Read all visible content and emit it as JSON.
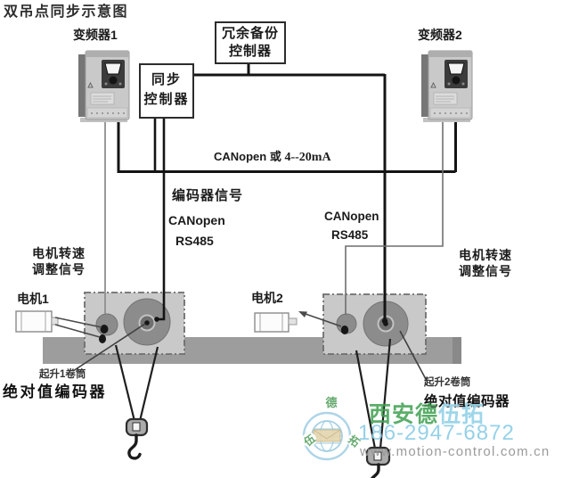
{
  "title": "双吊点同步示意图",
  "boxes": {
    "redundant_controller": {
      "line1": "冗余备份",
      "line2": "控制器"
    },
    "sync_controller": {
      "line1": "同步",
      "line2": "控制器"
    }
  },
  "devices": {
    "vfd1_label": "变频器1",
    "vfd2_label": "变频器2",
    "motor1_label": "电机1",
    "motor2_label": "电机2",
    "drum1_label": "起升1卷筒",
    "drum2_label": "起升2卷筒",
    "abs_encoder_left_label": "绝对值编码器",
    "abs_encoder_right_label": "绝对值编码器"
  },
  "signals": {
    "bus_sans": "CANopen 或",
    "bus_serif": "4--20mA",
    "encoder_signal": "编码器信号",
    "left_canopen": "CANopen",
    "left_rs485": "RS485",
    "right_canopen": "CANopen",
    "right_rs485": "RS485",
    "left_speed_line1": "电机转速",
    "left_speed_line2": "调整信号",
    "right_speed_line1": "电机转速",
    "right_speed_line2": "调整信号"
  },
  "watermark": {
    "logo_char_top": "德",
    "logo_char_left": "伍",
    "logo_char_right": "拓",
    "company_green": "西安德",
    "company_blue": "伍拓",
    "phone": "186-2947-6872",
    "website": "www.motion-control.com.cn"
  },
  "colors": {
    "wire": "#141414",
    "gray_wire": "#8f8f8f",
    "beam": "#9d9d9d",
    "assembly_box": "#c9c9c9",
    "drum": "#8c8c8c",
    "watermark_green": "#3ea050",
    "watermark_blue": "#96d2e8",
    "website_gray": "#969696"
  }
}
